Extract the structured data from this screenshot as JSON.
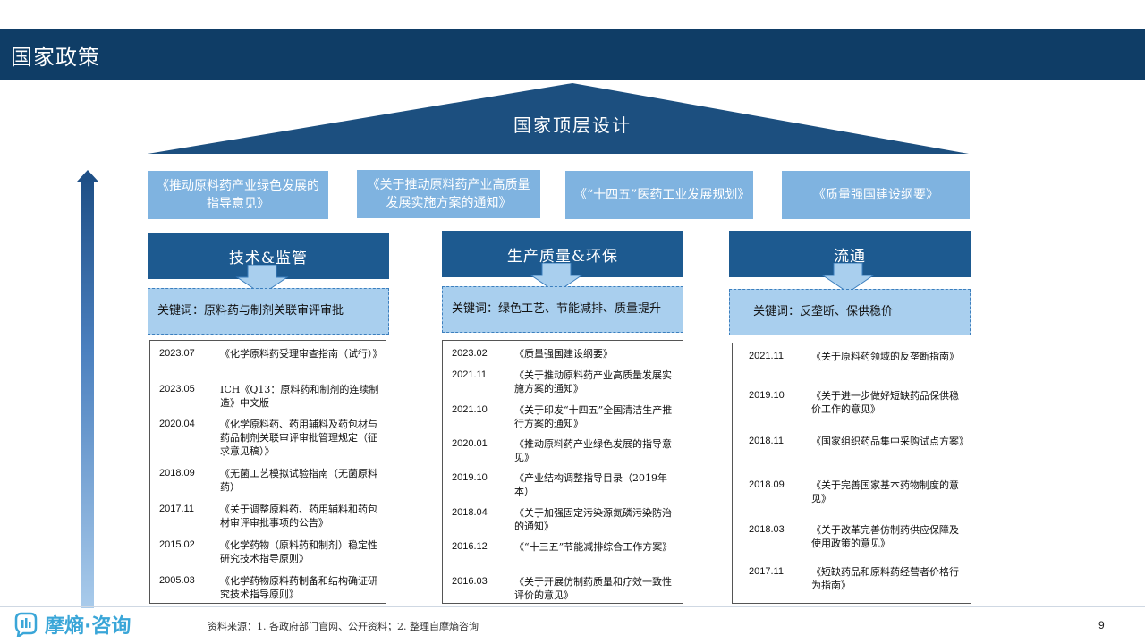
{
  "header": {
    "title": "国家政策"
  },
  "roof": {
    "title": "国家顶层设计"
  },
  "policies": [
    "《推动原料药产业绿色发展的指导意见》",
    "《关于推动原料药产业高质量发展实施方案的通知》",
    "《“十四五”医药工业发展规划》",
    "《质量强国建设纲要》"
  ],
  "columns": [
    {
      "category": "技术&监管",
      "keywords": "关键词：原料药与制剂关联审评审批",
      "items": [
        {
          "date": "2023.07",
          "title": "《化学原料药受理审查指南（试行）》"
        },
        {
          "date": "2023.05",
          "title": "ICH《Q13：原料药和制剂的连续制造》中文版"
        },
        {
          "date": "2020.04",
          "title": "《化学原料药、药用辅料及药包材与药品制剂关联审评审批管理规定（征求意见稿）》"
        },
        {
          "date": "2018.09",
          "title": "《无菌工艺模拟试验指南（无菌原料药）"
        },
        {
          "date": "2017.11",
          "title": "《关于调整原料药、药用辅料和药包材审评审批事项的公告》"
        },
        {
          "date": "2015.02",
          "title": "《化学药物（原料药和制剂）稳定性研究技术指导原则》"
        },
        {
          "date": "2005.03",
          "title": "《化学药物原料药制备和结构确证研究技术指导原则》"
        }
      ]
    },
    {
      "category": "生产质量&环保",
      "keywords": "关键词：绿色工艺、节能减排、质量提升",
      "items": [
        {
          "date": "2023.02",
          "title": "《质量强国建设纲要》"
        },
        {
          "date": "2021.11",
          "title": "《关于推动原料药产业高质量发展实施方案的通知》"
        },
        {
          "date": "2021.10",
          "title": "《关于印发“十四五”全国清洁生产推行方案的通知》"
        },
        {
          "date": "2020.01",
          "title": "《推动原料药产业绿色发展的指导意见》"
        },
        {
          "date": "2019.10",
          "title": "《产业结构调整指导目录（2019年本）"
        },
        {
          "date": "2018.04",
          "title": "《关于加强固定污染源氮磷污染防治的通知》"
        },
        {
          "date": "2016.12",
          "title": "《“十三五”节能减排综合工作方案》"
        },
        {
          "date": "2016.03",
          "title": "《关于开展仿制药质量和疗效一致性评价的意见》"
        }
      ]
    },
    {
      "category": "流通",
      "keywords": "关键词：反垄断、保供稳价",
      "items": [
        {
          "date": "2021.11",
          "title": "《关于原料药领域的反垄断指南》"
        },
        {
          "date": "2019.10",
          "title": "《关于进一步做好短缺药品保供稳价工作的意见》"
        },
        {
          "date": "2018.11",
          "title": "《国家组织药品集中采购试点方案》"
        },
        {
          "date": "2018.09",
          "title": "《关于完善国家基本药物制度的意见》"
        },
        {
          "date": "2018.03",
          "title": "《关于改革完善仿制药供应保障及使用政策的意见》"
        },
        {
          "date": "2017.11",
          "title": "《短缺药品和原料药经营者价格行为指南》"
        }
      ]
    }
  ],
  "footer": {
    "logo": "摩熵·咨询",
    "source": "资料来源：1. 各政府部门官网、公开资料；2. 整理自摩熵咨询",
    "page": "9"
  },
  "colors": {
    "header": "#0f3d66",
    "roof": "#1c4f7f",
    "policy_box": "#7fb3e0",
    "category_box": "#1d5a90",
    "keyword_box": "#a9cfee",
    "logo": "#3aa6d8"
  }
}
